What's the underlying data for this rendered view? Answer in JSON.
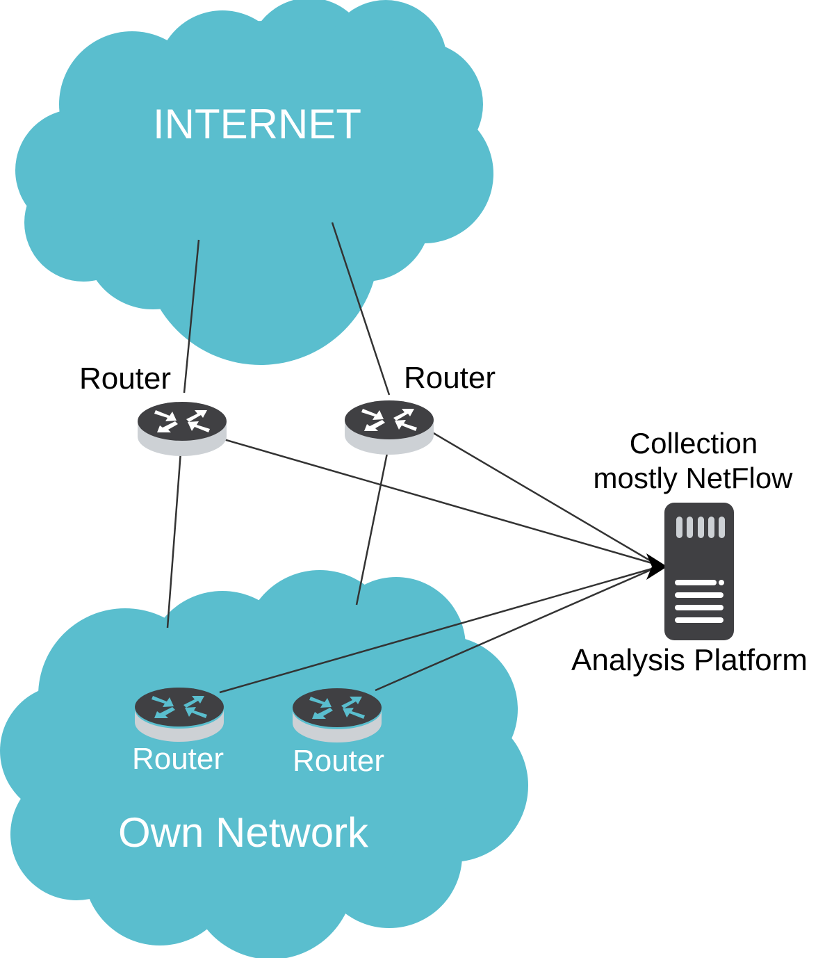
{
  "colors": {
    "cloud": "#5ABECE",
    "router_top": "#404043",
    "router_side": "#CDD1D5",
    "router_arrows_outside": "#FFFFFF",
    "router_arrows_inside": "#5ABECE",
    "server_body": "#404043",
    "server_slots": "#CDD1D5",
    "line": "#333333",
    "arrowhead": "#000000",
    "label_dark": "#000000",
    "label_light": "#FFFFFF"
  },
  "clouds": {
    "internet": {
      "label": "INTERNET"
    },
    "own_network": {
      "label": "Own Network"
    }
  },
  "routers": [
    {
      "id": "router-internet-left",
      "label": "Router",
      "location": "between clouds"
    },
    {
      "id": "router-internet-right",
      "label": "Router",
      "location": "between clouds"
    },
    {
      "id": "router-own-left",
      "label": "Router",
      "location": "own network"
    },
    {
      "id": "router-own-right",
      "label": "Router",
      "location": "own network"
    }
  ],
  "server": {
    "label_top_line1": "Collection",
    "label_top_line2": "mostly NetFlow",
    "label_bottom": "Analysis Platform"
  },
  "connections": [
    {
      "from": "internet",
      "to": "router-internet-left",
      "type": "link"
    },
    {
      "from": "internet",
      "to": "router-internet-right",
      "type": "link"
    },
    {
      "from": "router-internet-left",
      "to": "own_network",
      "type": "link"
    },
    {
      "from": "router-internet-right",
      "to": "own_network",
      "type": "link"
    },
    {
      "from": "router-internet-left",
      "to": "server",
      "type": "flow-export"
    },
    {
      "from": "router-internet-right",
      "to": "server",
      "type": "flow-export"
    },
    {
      "from": "router-own-left",
      "to": "server",
      "type": "flow-export"
    },
    {
      "from": "router-own-right",
      "to": "server",
      "type": "flow-export"
    }
  ]
}
